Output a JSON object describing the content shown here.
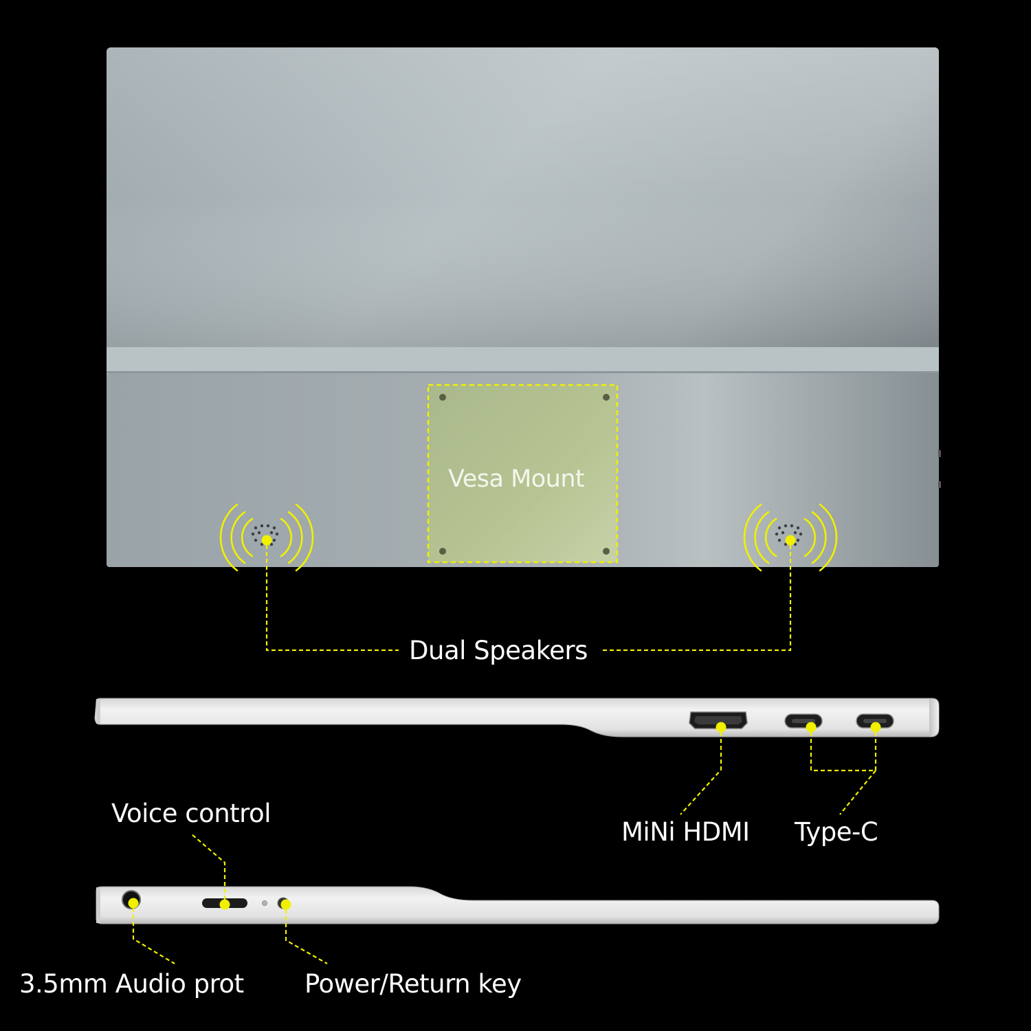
{
  "labels": {
    "vesa_mount": "Vesa Mount",
    "dual_speakers": "Dual Speakers",
    "mini_hdmi": "MiNi HDMI",
    "type_c": "Type-C",
    "voice_control": "Voice control",
    "audio_port": "3.5mm Audio prot",
    "power_key": "Power/Return key"
  },
  "colors": {
    "background": "#000000",
    "accent": "#f0f000",
    "vesa_fill": "#c8d77a",
    "panel": "#a9b1b4",
    "aluminum": "#e6e6e6"
  },
  "icons": [
    "speaker-waves-icon",
    "hdmi-port-icon",
    "usb-c-port-icon",
    "audio-jack-icon",
    "voice-control-slot-icon",
    "power-button-icon"
  ]
}
